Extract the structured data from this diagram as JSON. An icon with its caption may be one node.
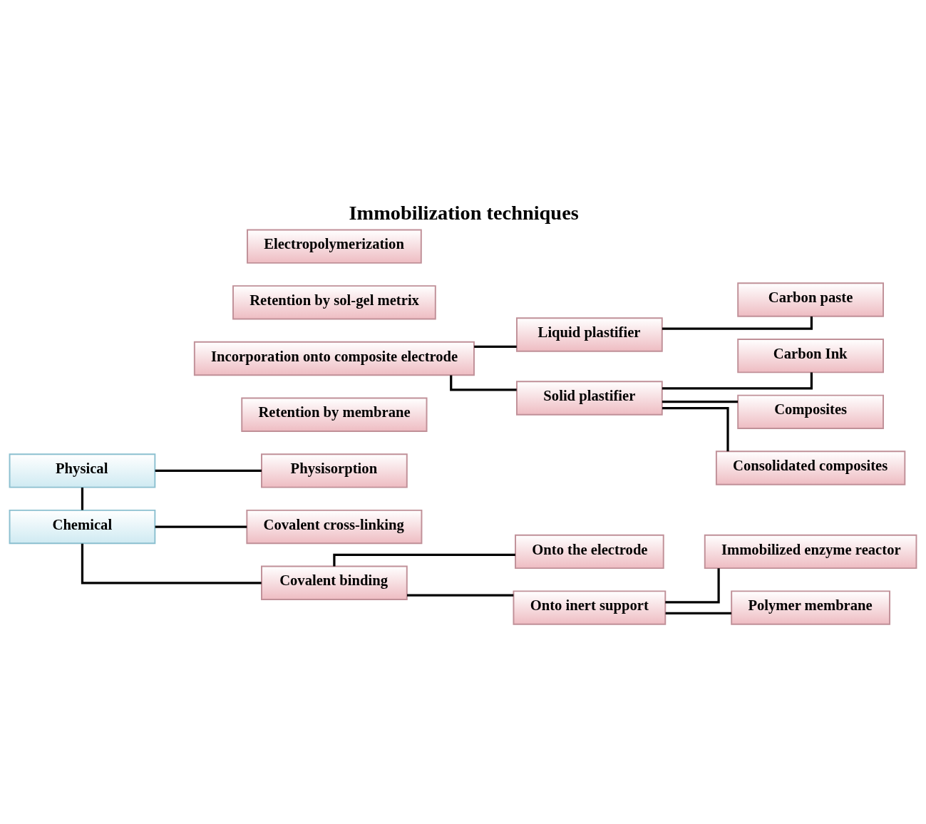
{
  "diagram": {
    "title": "Immobilization techniques",
    "nodes": [
      {
        "text": [
          "Physical"
        ]
      },
      {
        "text": [
          "Physisorption"
        ]
      },
      {
        "text": [
          "Retention by membrane"
        ]
      },
      {
        "text": [
          "Incorporation onto composite electrode"
        ]
      },
      {
        "text": [
          "Retention by sol-gel metrix"
        ]
      },
      {
        "text": [
          "Electropolymerization"
        ]
      },
      {
        "text": [
          "Liquid plastifier"
        ]
      },
      {
        "text": [
          "Carbon paste"
        ]
      },
      {
        "text": [
          "Solid plastifier"
        ]
      },
      {
        "text": [
          "Carbon Ink"
        ]
      },
      {
        "text": [
          "Composites"
        ]
      },
      {
        "text": [
          "Consolidated composites"
        ]
      },
      {
        "text": [
          "Chemical"
        ]
      },
      {
        "text": [
          "Covalent cross-linking"
        ]
      },
      {
        "text": [
          "Covalent binding"
        ]
      },
      {
        "text": [
          "Onto the electrode"
        ]
      },
      {
        "text": [
          "Onto inert support"
        ]
      },
      {
        "text": [
          "Immobilized enzyme reactor"
        ]
      },
      {
        "text": [
          "Polymer membrane"
        ]
      }
    ],
    "edges": [
      {
        "from": 0,
        "to": 1,
        "arrow": "none"
      },
      {
        "from": 0,
        "to": 12,
        "arrow": "none"
      },
      {
        "from": 3,
        "to": 6,
        "arrow": "none"
      },
      {
        "from": 3,
        "to": 8,
        "arrow": "none"
      },
      {
        "from": 6,
        "to": 7,
        "arrow": "none"
      },
      {
        "from": 8,
        "to": 9,
        "arrow": "none"
      },
      {
        "from": 8,
        "to": 10,
        "arrow": "none"
      },
      {
        "from": 8,
        "to": 11,
        "arrow": "none"
      },
      {
        "from": 12,
        "to": 13,
        "arrow": "none"
      },
      {
        "from": 12,
        "to": 14,
        "arrow": "none"
      },
      {
        "from": 14,
        "to": 15,
        "arrow": "none"
      },
      {
        "from": 14,
        "to": 16,
        "arrow": "none"
      },
      {
        "from": 16,
        "to": 17,
        "arrow": "none"
      },
      {
        "from": 16,
        "to": 18,
        "arrow": "none"
      }
    ]
  }
}
